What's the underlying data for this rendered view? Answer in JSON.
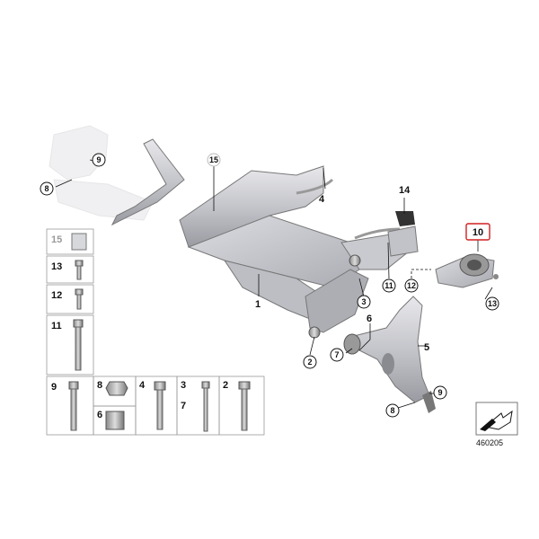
{
  "diagram": {
    "reference_code": "460205",
    "main_callouts": {
      "c1": "1",
      "c4": "4",
      "c5": "5",
      "c6": "6",
      "c7": "7",
      "c10": "10",
      "c14": "14"
    },
    "circle_callouts": {
      "c8_top": "8",
      "c9_top": "9",
      "c15_top": "15",
      "c3": "3",
      "c2": "2",
      "c11": "11",
      "c12": "12",
      "c13": "13",
      "c8_bottom": "8",
      "c9_bottom": "9",
      "c7": "7"
    },
    "fastener_panel": {
      "c15": "15",
      "c13": "13",
      "c12": "12",
      "c11": "11",
      "c9": "9",
      "c8": "8",
      "c6": "6",
      "c4": "4",
      "c3": "3",
      "c7": "7",
      "c2": "2"
    }
  }
}
